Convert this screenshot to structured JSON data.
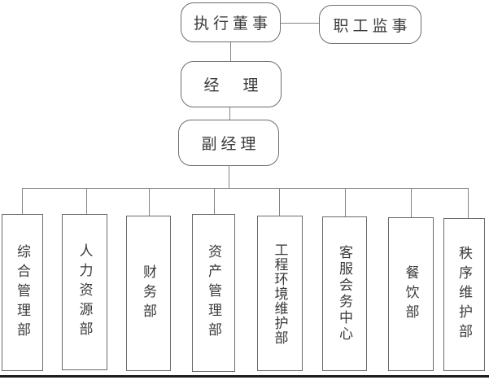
{
  "diagram": {
    "type": "org-chart",
    "nodes": {
      "executive_director": "执行董事",
      "employee_supervisor": "职工监事",
      "manager": "经　理",
      "deputy_manager": "副经理"
    },
    "departments": [
      "综合管理部",
      "人力资源部",
      "财务部",
      "资产管理部",
      "工程环境维护部",
      "客服会务中心",
      "餐饮部",
      "秩序维护部"
    ],
    "edges": [
      {
        "from": "执行董事",
        "to": "职工监事"
      },
      {
        "from": "执行董事",
        "to": "经理"
      },
      {
        "from": "经理",
        "to": "副经理"
      },
      {
        "from": "副经理",
        "to": "综合管理部"
      },
      {
        "from": "副经理",
        "to": "人力资源部"
      },
      {
        "from": "副经理",
        "to": "财务部"
      },
      {
        "from": "副经理",
        "to": "资产管理部"
      },
      {
        "from": "副经理",
        "to": "工程环境维护部"
      },
      {
        "from": "副经理",
        "to": "客服会务中心"
      },
      {
        "from": "副经理",
        "to": "餐饮部"
      },
      {
        "from": "副经理",
        "to": "秩序维护部"
      }
    ],
    "colors": {
      "line": "#848484",
      "node_border": "#6e6e6e",
      "text": "#3a3a3a",
      "bottom_rule": "#1b1b1b",
      "background": "#ffffff"
    }
  }
}
